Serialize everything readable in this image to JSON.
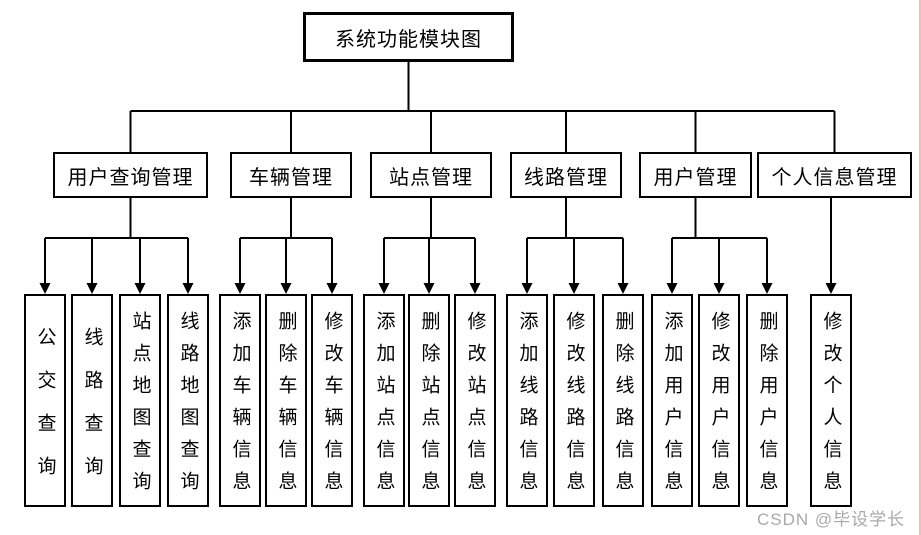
{
  "title": "系统功能模块图",
  "watermark": "CSDN @毕设学长",
  "colors": {
    "line": "#000000",
    "box_border": "#000000",
    "background": "#ffffff",
    "watermark_text": "#a9a9a9",
    "edge_tint": "#f3bcbc"
  },
  "modules": [
    {
      "label": "用户查询管理",
      "children": [
        "公交查询",
        "线路查询",
        "站点地图查询",
        "线路地图查询"
      ]
    },
    {
      "label": "车辆管理",
      "children": [
        "添加车辆信息",
        "删除车辆信息",
        "修改车辆信息"
      ]
    },
    {
      "label": "站点管理",
      "children": [
        "添加站点信息",
        "删除站点信息",
        "修改站点信息"
      ]
    },
    {
      "label": "线路管理",
      "children": [
        "添加线路信息",
        "修改线路信息",
        "删除线路信息"
      ]
    },
    {
      "label": "用户管理",
      "children": [
        "添加用户信息",
        "修改用户信息",
        "删除用户信息"
      ]
    },
    {
      "label": "个人信息管理",
      "children": [
        "修改个人信息"
      ]
    }
  ]
}
